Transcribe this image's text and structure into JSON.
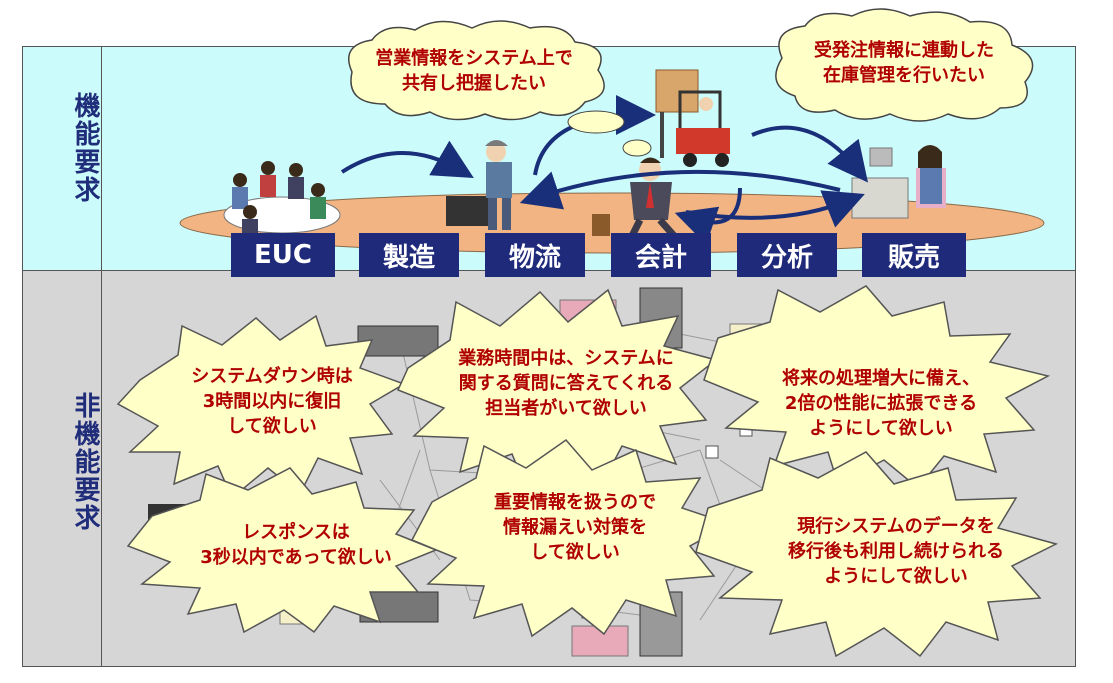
{
  "sections": {
    "functional": "機能要求",
    "nonfunctional": "非機能要求"
  },
  "departments": [
    "EUC",
    "製造",
    "物流",
    "会計",
    "分析",
    "販売"
  ],
  "functional_bubbles": [
    {
      "lines": [
        "営業情報をシステム上で",
        "共有し把握したい"
      ]
    },
    {
      "lines": [
        "受発注情報に連動した",
        "在庫管理を行いたい"
      ]
    }
  ],
  "nonfunctional_bubbles": [
    {
      "lines": [
        "システムダウン時は",
        "3時間以内に復旧",
        "して欲しい"
      ]
    },
    {
      "lines": [
        "業務時間中は、システムに",
        "関する質問に答えてくれる",
        "担当者がいて欲しい"
      ]
    },
    {
      "lines": [
        "将来の処理増大に備え、",
        "2倍の性能に拡張できる",
        "ようにして欲しい"
      ]
    },
    {
      "lines": [
        "レスポンスは",
        "3秒以内であって欲しい"
      ]
    },
    {
      "lines": [
        "重要情報を扱うので",
        "情報漏えい対策を",
        "して欲しい"
      ]
    },
    {
      "lines": [
        "現行システムのデータを",
        "移行後も利用し続けられる",
        "ようにして欲しい"
      ]
    }
  ],
  "colors": {
    "functional_bg": "#ccfbfb",
    "nonfunctional_bg": "#d6d6d6",
    "label_text": "#1f2d7a",
    "dept_bg": "#1f2a7a",
    "bubble_fill": "#ffffc8",
    "bubble_text": "#b00000",
    "ellipse_fill": "#f2b483",
    "arrow": "#1a2f7a"
  },
  "icons": [
    "meeting-people-illustration",
    "factory-worker-illustration",
    "forklift-illustration",
    "businessman-illustration",
    "cashier-illustration",
    "network-diagram-background"
  ]
}
